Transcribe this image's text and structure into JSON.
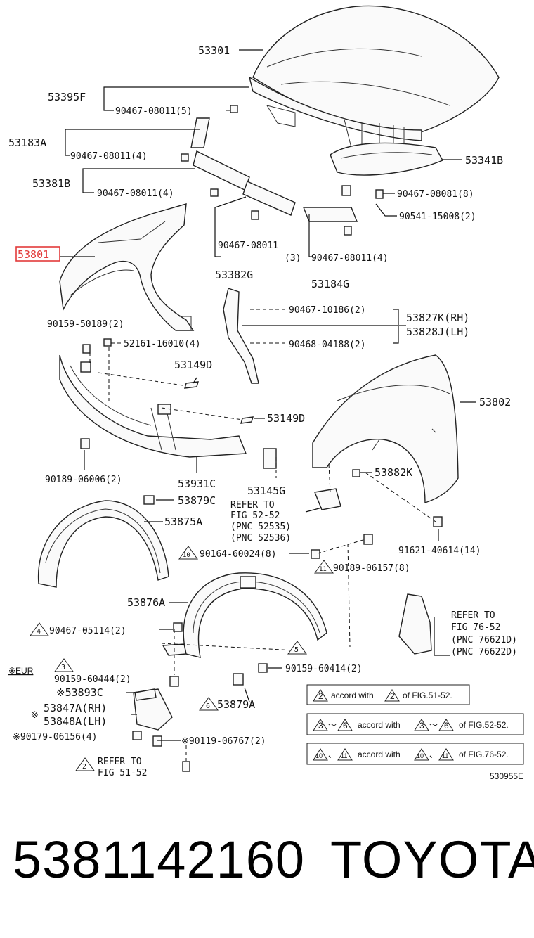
{
  "diagram_code": "530955E",
  "caption": {
    "part_number": "5381142160",
    "brand": "TOYOTA"
  },
  "highlight_color": "#e23a3a",
  "labels": {
    "hood": "53301",
    "hood_seal_front": "53395F",
    "clip_90467_08011_5": "90467-08011(5)",
    "seal_53183A": "53183A",
    "clip_90467_08011_4a": "90467-08011(4)",
    "seal_53381B": "53381B",
    "clip_90467_08011_4b": "90467-08011(4)",
    "fender_highlight": "53801",
    "seal_53341B": "53341B",
    "clip_90467_08081": "90467-08081(8)",
    "clip_90541_15008": "90541-15008(2)",
    "clip_90467_08011_3a": "90467-08011",
    "clip_90467_08011_3b": "(3)",
    "seal_53382G": "53382G",
    "clip_90467_08011_4c": "90467-08011(4)",
    "seal_53184G": "53184G",
    "clip_90467_10186": "90467-10186(2)",
    "clip_90468_04188": "90468-04188(2)",
    "protector_rh": "53827K(RH)",
    "protector_lh": "53828J(LH)",
    "bolt_90159_50189": "90159-50189(2)",
    "nut_52161_16010": "52161-16010(4)",
    "pad_53149D_a": "53149D",
    "pad_53149D_b": "53149D",
    "fender_rh": "53802",
    "screw_90189_06006": "90189-06006(2)",
    "bracket_53931C": "53931C",
    "clip_53145G": "53145G",
    "bracket_53882K": "53882K",
    "retainer_53879C": "53879C",
    "ref_fig_52_52_a": "REFER TO",
    "ref_fig_52_52_b": "FIG 52-52",
    "ref_pnc_52535": "(PNC 52535)",
    "ref_pnc_52536": "(PNC 52536)",
    "liner_53875A": "53875A",
    "bolt_91621_40614": "91621-40614(14)",
    "mark_10": "10",
    "clip_90164_60024": "90164-60024(8)",
    "mark_11": "11",
    "screw_90189_06157": "90189-06157(8)",
    "liner_53876A": "53876A",
    "ref_fig_76_52_a": "REFER TO",
    "ref_fig_76_52_b": "FIG 76-52",
    "ref_pnc_76621D": "(PNC 76621D)",
    "ref_pnc_76622D": "(PNC 76622D)",
    "mark_4": "4",
    "clip_90467_05114": "90467-05114(2)",
    "mark_5": "5",
    "eur_note": "※EUR",
    "mark_3": "3",
    "bolt_90159_60444": "90159-60444(2)",
    "bolt_90159_60414": "90159-60414(2)",
    "plate_53893C": "※53893C",
    "mark_6": "6",
    "retainer_53879A": "53879A",
    "splash_rh": "53847A(RH)",
    "splash_lh": "53848A(LH)",
    "splash_mark": "※",
    "screw_90179_06156": "※90179-06156(4)",
    "screw_90119_06767": "※90119-06767(2)",
    "mark_2": "2",
    "ref_fig_51_52_a": "REFER TO",
    "ref_fig_51_52_b": "FIG 51-52"
  },
  "notes": [
    {
      "a": "2",
      "b": "2",
      "t1": "accord with",
      "t2": "of FIG.51-52."
    },
    {
      "a": "3",
      "sep": "～",
      "a2": "6",
      "b": "3",
      "b2": "6",
      "t1": "accord with",
      "t2": "of FIG.52-52."
    },
    {
      "a": "10",
      "sep": "、",
      "a2": "11",
      "b": "10",
      "b2": "11",
      "t1": "accord with",
      "t2": "of FIG.76-52."
    }
  ]
}
